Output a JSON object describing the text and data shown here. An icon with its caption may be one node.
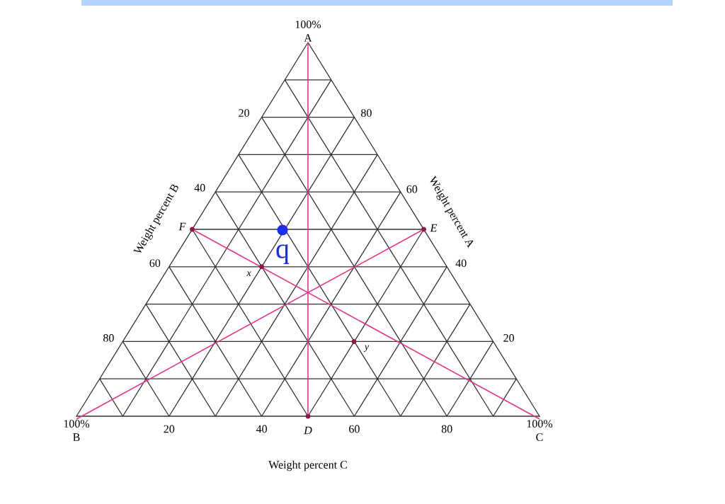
{
  "diagram": {
    "nodes": [
      {
        "text": [
          "100%",
          "A"
        ]
      },
      {
        "text": [],
        "shape": "circle",
        "beside": [
          "F"
        ]
      },
      {
        "text": [],
        "shape": "circle",
        "beside": [
          "E"
        ]
      },
      {
        "text": [
          "100%",
          "B"
        ]
      },
      {
        "text": [],
        "shape": "circle",
        "beside": [
          "D"
        ]
      },
      {
        "text": [
          "100%",
          "C"
        ]
      }
    ],
    "edges": [
      {
        "from": 0,
        "to": 4,
        "arrow": "none"
      },
      {
        "from": 1,
        "to": 5,
        "arrow": "none"
      },
      {
        "from": 2,
        "to": 3,
        "arrow": "none"
      }
    ],
    "labels": [
      "20",
      "80",
      "40",
      "60",
      "Weight percent B",
      "Weight percent A",
      "q",
      "60",
      "x",
      "40",
      "80",
      "y",
      "20",
      "20",
      "40",
      "60",
      "80",
      "Weight percent C"
    ]
  }
}
